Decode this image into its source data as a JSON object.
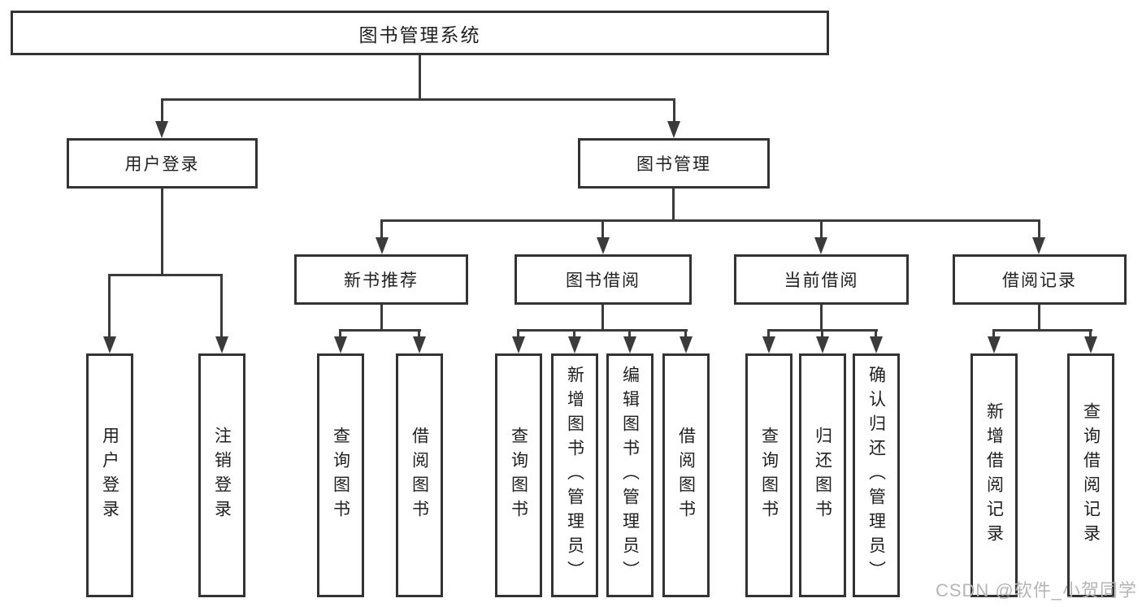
{
  "title": {
    "label": "图书管理系统"
  },
  "level2": [
    {
      "label": "用户登录"
    },
    {
      "label": "图书管理"
    }
  ],
  "level3": [
    {
      "label": "新书推荐"
    },
    {
      "label": "图书借阅"
    },
    {
      "label": "当前借阅"
    },
    {
      "label": "借阅记录"
    }
  ],
  "leaves": {
    "user_login": [
      {
        "label": "用户登录"
      },
      {
        "label": "注销登录"
      }
    ],
    "new_book": [
      {
        "label": "查询图书"
      },
      {
        "label": "借阅图书"
      }
    ],
    "book_borrow": [
      {
        "label": "查询图书"
      },
      {
        "label": "新增图书（管理员）"
      },
      {
        "label": "编辑图书（管理员）"
      },
      {
        "label": "借阅图书"
      }
    ],
    "current_borrow": [
      {
        "label": "查询图书"
      },
      {
        "label": "归还图书"
      },
      {
        "label": "确认归还（管理员）"
      }
    ],
    "borrow_record": [
      {
        "label": "新增借阅记录"
      },
      {
        "label": "查询借阅记录"
      }
    ]
  },
  "watermark": "CSDN @软件_小贺同学",
  "colors": {
    "line": "#3b3b3b",
    "border": "#333333",
    "text": "#1f1f1f",
    "watermark": "#b5b5b5",
    "background": "#ffffff"
  }
}
